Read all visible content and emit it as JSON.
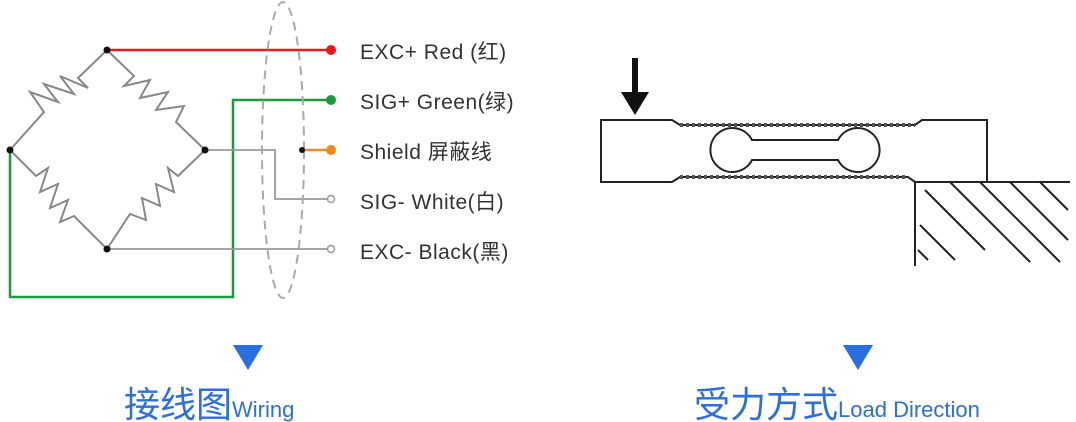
{
  "wiring": {
    "wires": [
      {
        "label": "EXC+ Red (红)",
        "color": "#e8191d"
      },
      {
        "label": "SIG+ Green(绿)",
        "color": "#1a9a3c"
      },
      {
        "label": "Shield 屏蔽线",
        "color": "#f08a1c"
      },
      {
        "label": "SIG- White(白)",
        "color": "#999999"
      },
      {
        "label": "EXC- Black(黑)",
        "color": "#999999"
      }
    ],
    "caption_cn": "接线图",
    "caption_en": "Wiring"
  },
  "load": {
    "caption_cn": "受力方式",
    "caption_en": "Load Direction"
  },
  "accent": "#2a6fdf"
}
